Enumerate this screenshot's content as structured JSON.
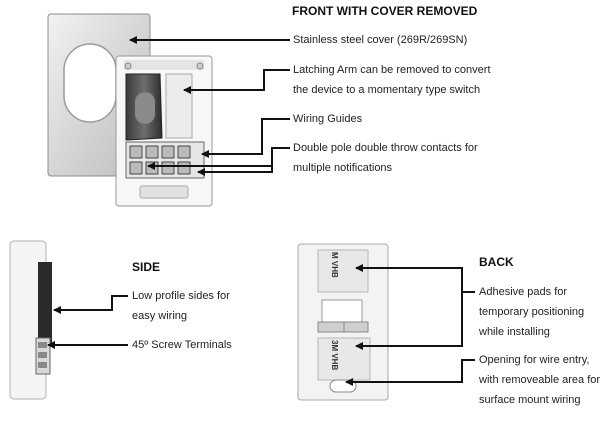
{
  "front": {
    "heading": "FRONT WITH COVER REMOVED",
    "callouts": [
      {
        "lines": [
          "Stainless steel cover (269R/269SN)"
        ]
      },
      {
        "lines": [
          "Latching Arm can be removed to convert",
          "the device to a momentary type switch"
        ]
      },
      {
        "lines": [
          "Wiring Guides"
        ]
      },
      {
        "lines": [
          "Double pole double throw contacts for",
          "multiple notifications"
        ]
      }
    ]
  },
  "side": {
    "heading": "SIDE",
    "callouts": [
      {
        "lines": [
          "Low profile sides for",
          "easy wiring"
        ]
      },
      {
        "lines": [
          "45º Screw Terminals"
        ]
      }
    ]
  },
  "back": {
    "heading": "BACK",
    "callouts": [
      {
        "lines": [
          "Adhesive pads for",
          "temporary positioning",
          "while installing"
        ]
      },
      {
        "lines": [
          "Opening for wire entry,",
          "with removeable area for",
          "surface mount wiring"
        ]
      }
    ],
    "pad_labels": [
      "M VHB",
      "3M VHB"
    ]
  }
}
